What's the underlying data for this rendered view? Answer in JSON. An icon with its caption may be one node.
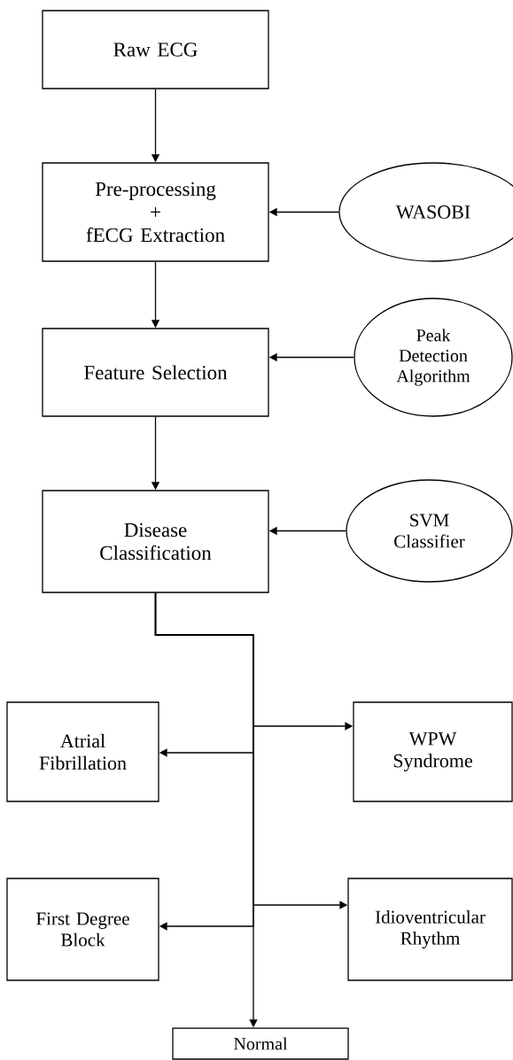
{
  "diagram": {
    "nodes": [
      {
        "text": [
          "Raw ECG"
        ]
      },
      {
        "text": [
          "Pre-processing",
          "+",
          "fECG Extraction"
        ]
      },
      {
        "text": [
          "WASOBI"
        ]
      },
      {
        "text": [
          "Feature Selection"
        ]
      },
      {
        "text": [
          "Peak Detection Algorithm"
        ]
      },
      {
        "text": [
          "Disease Classification"
        ]
      },
      {
        "text": [
          "SVM Classifier"
        ]
      },
      {
        "text": [
          "Atrial Fibrillation"
        ]
      },
      {
        "text": [
          "WPW Syndrome"
        ]
      },
      {
        "text": [
          "First Degree Block"
        ]
      },
      {
        "text": [
          "Idioventricular Rhythm"
        ]
      },
      {
        "text": [
          "Normal"
        ]
      }
    ],
    "edges": [
      {
        "from": 0,
        "to": 1,
        "arrow": "to"
      },
      {
        "from": 2,
        "to": 1,
        "arrow": "to"
      },
      {
        "from": 1,
        "to": 3,
        "arrow": "to"
      },
      {
        "from": 4,
        "to": 3,
        "arrow": "to"
      },
      {
        "from": 3,
        "to": 5,
        "arrow": "to"
      },
      {
        "from": 6,
        "to": 5,
        "arrow": "to"
      },
      {
        "from": 5,
        "to": 7,
        "arrow": "to"
      },
      {
        "from": 5,
        "to": 8,
        "arrow": "to"
      },
      {
        "from": 5,
        "to": 9,
        "arrow": "to"
      },
      {
        "from": 5,
        "to": 10,
        "arrow": "to"
      },
      {
        "from": 5,
        "to": 11,
        "arrow": "to"
      }
    ]
  }
}
